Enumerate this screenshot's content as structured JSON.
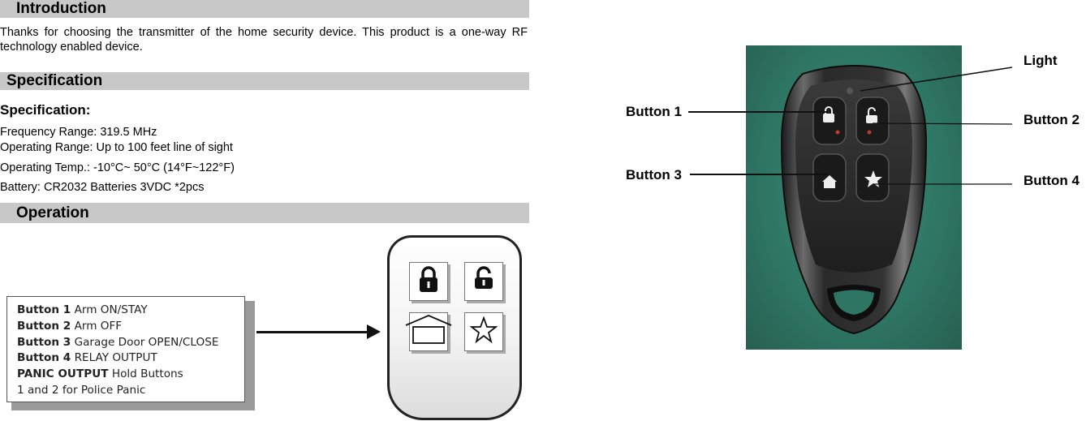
{
  "sections": {
    "introduction": "Introduction",
    "specification": "Specification",
    "operation": "Operation"
  },
  "intro_text": "Thanks for choosing the transmitter of the home security device. This product is a one-way RF technology enabled device.",
  "spec": {
    "title": "Specification:",
    "lines": [
      "Frequency Range: 319.5 MHz",
      "Operating Range: Up to 100 feet line of sight",
      "Operating Temp.: -10°C~ 50°C (14°F~122°F)",
      "Battery: CR2032 Batteries 3VDC *2pcs"
    ]
  },
  "legend": [
    {
      "bold": "Button 1",
      "text": " Arm ON/STAY"
    },
    {
      "bold": "Button 2",
      "text": " Arm OFF"
    },
    {
      "bold": "Button 3",
      "text": " Garage Door OPEN/CLOSE"
    },
    {
      "bold": "Button 4",
      "text": " RELAY OUTPUT"
    },
    {
      "bold": "PANIC OUTPUT",
      "text": " Hold Buttons"
    },
    {
      "bold": "",
      "text": "1 and 2 for Police Panic"
    }
  ],
  "callouts": {
    "light": "Light",
    "button1": "Button 1",
    "button2": "Button 2",
    "button3": "Button 3",
    "button4": "Button 4"
  },
  "icons": {
    "lock": "lock-icon",
    "unlock": "unlock-icon",
    "garage": "garage-icon",
    "star": "star-icon"
  },
  "colors": {
    "section_bar": "#c8c8c8",
    "photo_background": "#2e7563",
    "fob_body": "#2a2a2a"
  }
}
